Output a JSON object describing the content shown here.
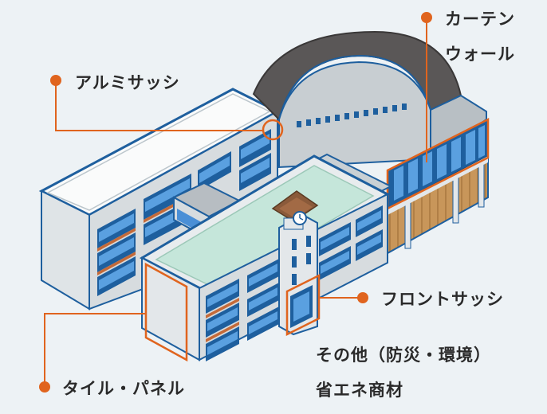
{
  "colors": {
    "background": "#edf2f5",
    "accent_orange": "#e0641e",
    "outline_blue": "#1e5f9e",
    "glass_blue": "#4a8fd6",
    "roof_dark": "#5a5757",
    "roof_green": "#c5e6da",
    "wall_light": "#e3e7ea",
    "brick": "#c46a39",
    "wood_floor": "#c8965a"
  },
  "labels": {
    "curtain_wall_line1": "カーテン",
    "curtain_wall_line2": "ウォール",
    "aluminum_sash": "アルミサッシ",
    "front_sash": "フロントサッシ",
    "other_line1": "その他（防災・環境）",
    "other_line2": "省エネ商材",
    "tile_panel": "タイル・パネル"
  }
}
